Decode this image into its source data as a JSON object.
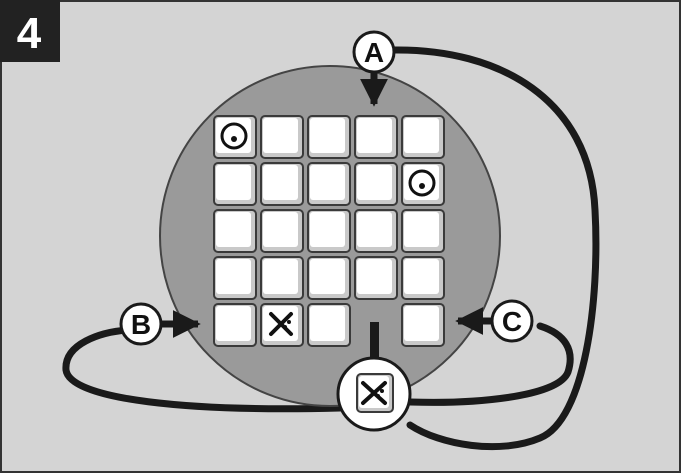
{
  "step": {
    "number": "4",
    "bg_color": "#222222",
    "text_color": "#ffffff"
  },
  "panel": {
    "bg_color": "#d4d4d4",
    "border_color": "#333333"
  },
  "disc": {
    "fill": "#9a9a9a",
    "stroke": "#444444"
  },
  "grid": {
    "rows": 5,
    "cols": 5,
    "tile_fill": "#ffffff",
    "tile_shadow": "#c9c9c9",
    "tile_stroke": "#3a3a3a",
    "missing": [
      [
        4,
        3
      ]
    ],
    "markers": [
      {
        "row": 0,
        "col": 0,
        "type": "dot",
        "icon": "dot-circle-icon"
      },
      {
        "row": 1,
        "col": 4,
        "type": "dot",
        "icon": "dot-circle-icon"
      },
      {
        "row": 4,
        "col": 1,
        "type": "cross",
        "icon": "cross-dots-icon"
      }
    ]
  },
  "callouts": [
    {
      "id": "A",
      "label": "A"
    },
    {
      "id": "B",
      "label": "B"
    },
    {
      "id": "C",
      "label": "C"
    }
  ],
  "external_tile": {
    "icon": "cross-dots-icon"
  },
  "line_color": "#1a1a1a"
}
